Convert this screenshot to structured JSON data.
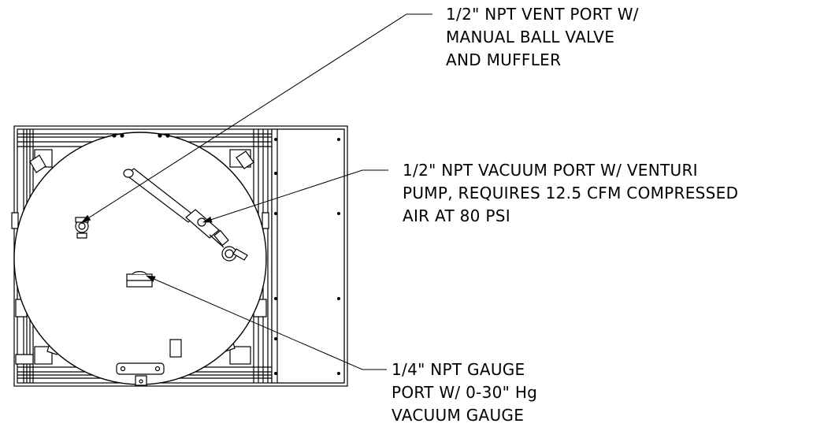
{
  "diagram": {
    "callouts": {
      "vent_port": {
        "lines": [
          "1/2\" NPT VENT PORT W/",
          "MANUAL BALL VALVE",
          "AND MUFFLER"
        ]
      },
      "vacuum_port": {
        "lines": [
          "1/2\" NPT VACUUM PORT W/ VENTURI",
          "PUMP, REQUIRES 12.5 CFM COMPRESSED",
          "AIR AT 80 PSI"
        ]
      },
      "gauge_port": {
        "lines": [
          "1/4\" NPT GAUGE",
          "PORT W/ 0-30\" Hg",
          "VACUUM GAUGE"
        ]
      }
    },
    "colors": {
      "line": "#000000",
      "background": "#ffffff",
      "frame_fill": "#f4f4f4"
    }
  }
}
